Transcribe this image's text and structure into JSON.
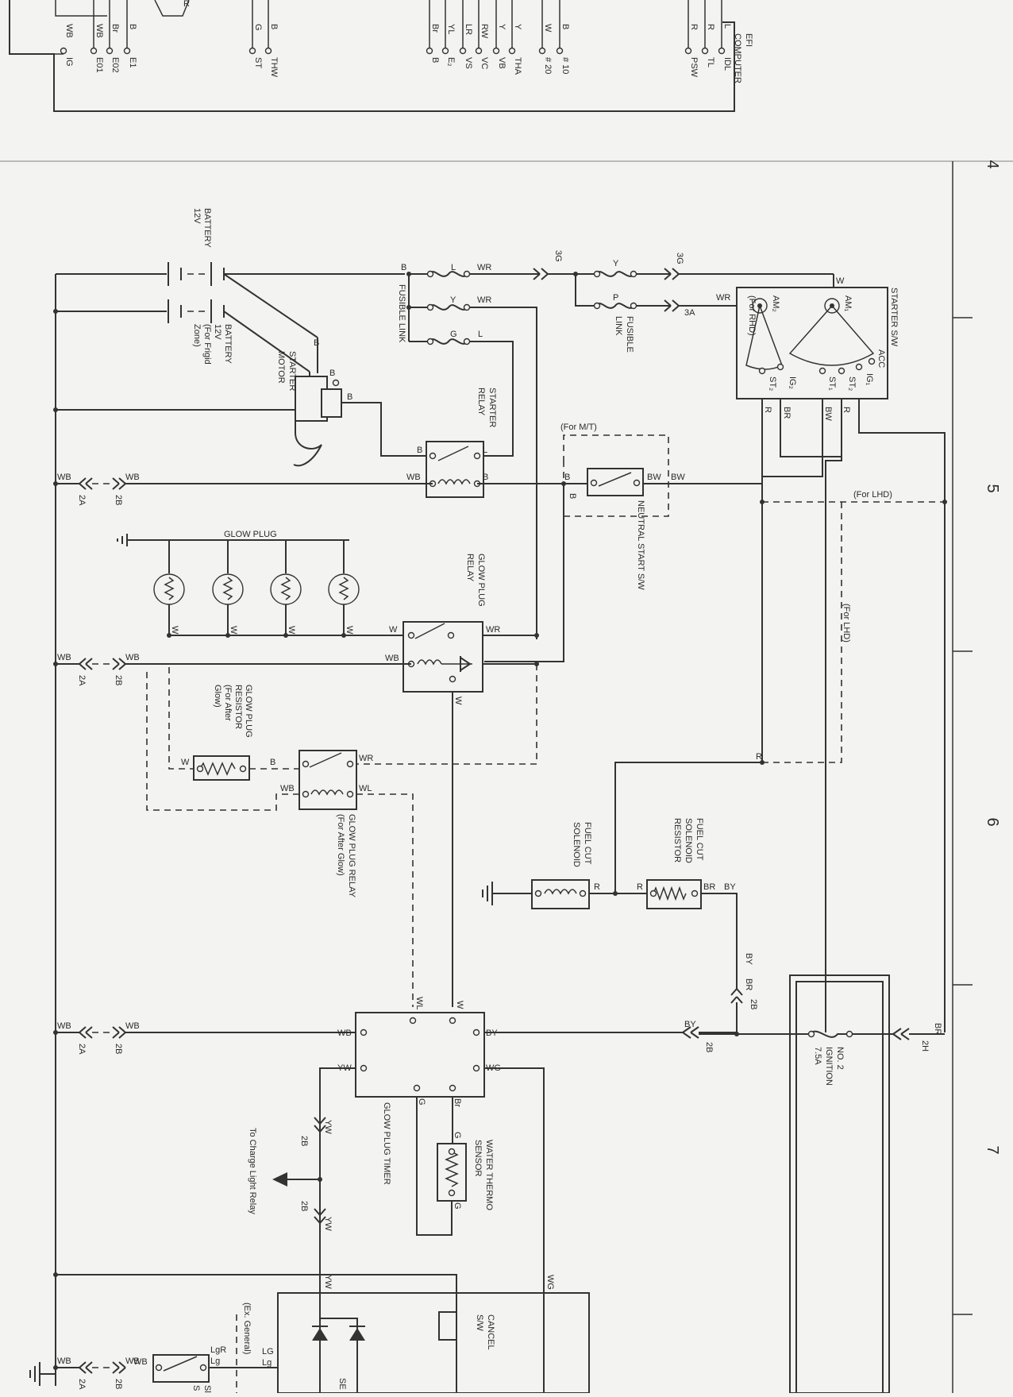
{
  "zones": [
    "4",
    "5",
    "6",
    "7"
  ],
  "efi": {
    "title": [
      "EFI",
      "COMPUTER"
    ],
    "terminals": [
      "IG",
      "E01",
      "E02",
      "E1",
      "ST",
      "THW",
      "B",
      "E₂",
      "VS",
      "VC",
      "VB",
      "THA",
      "# 20",
      "# 10",
      "PSW",
      "TL",
      "IDL"
    ],
    "wires": [
      "B",
      "WB",
      "WB",
      "Br",
      "B",
      "G",
      "B",
      "Br",
      "YL",
      "LR",
      "RW",
      "Y",
      "Y",
      "W",
      "B",
      "R",
      "R",
      "L"
    ],
    "cut_label": "R"
  },
  "battery": {
    "label": [
      "BATTERY",
      "12V"
    ]
  },
  "battery2": {
    "label": [
      "BATTERY",
      "12V",
      "(For Frigid",
      "Zone)"
    ]
  },
  "starter_motor": {
    "label": [
      "STARTER",
      "MOTOR"
    ]
  },
  "fusible_link": {
    "label": "FUSIBLE LINK"
  },
  "fusible_link2": {
    "label": [
      "FUSIBLE",
      "LINK"
    ]
  },
  "starter_relay": {
    "label": [
      "STARTER",
      "RELAY"
    ]
  },
  "starter_sw": {
    "label": "STARTER S/W",
    "terminals": [
      "AM₁",
      "AM₂",
      "ACC",
      "IG₁",
      "ST₂",
      "ST₁",
      "IG₂",
      "ST₂"
    ],
    "note": "(For RHD)"
  },
  "neutral_start_sw": {
    "label": "NEUTRAL START S/W",
    "note": "(For M/T)"
  },
  "lhd_notes": [
    "(For LHD)",
    "(For LHD)"
  ],
  "glow_plug": {
    "label": "GLOW PLUG"
  },
  "glow_plug_relay": {
    "label": [
      "GLOW PLUG",
      "RELAY"
    ]
  },
  "glow_plug_resistor": {
    "label": [
      "GLOW PLUG",
      "RESISTOR",
      "(For After",
      "Glow)"
    ]
  },
  "glow_plug_relay_after": {
    "label": [
      "GLOW PLUG RELAY",
      "(For After Glow)"
    ]
  },
  "fuel_cut_solenoid": {
    "label": [
      "FUEL CUT",
      "SOLENOID"
    ]
  },
  "fuel_cut_resistor": {
    "label": [
      "FUEL CUT",
      "SOLENOID",
      "RESISTOR"
    ]
  },
  "glow_plug_timer": {
    "label": "GLOW PLUG TIMER"
  },
  "water_thermo": {
    "label": [
      "WATER THERMO",
      "SENSOR"
    ]
  },
  "ignition_fuse": {
    "label": [
      "NO. 2",
      "IGNITION",
      "7.5A"
    ]
  },
  "charge_light": {
    "label": "To Charge Light Relay"
  },
  "cancel_sw": {
    "label": [
      "CANCEL",
      "S/W"
    ]
  },
  "ex_general": {
    "label": "(Ex. General)"
  },
  "bottom": {
    "se": "SE",
    "si": "Sl",
    "s": "S"
  },
  "connectors": {
    "c2A": "2A",
    "c2B": "2B",
    "c3G": "3G",
    "c3A": "3A",
    "c2H": "2H"
  },
  "wire_labels": {
    "WB": "WB",
    "WR": "WR",
    "W": "W",
    "B": "B",
    "L": "L",
    "Y": "Y",
    "G": "G",
    "P": "P",
    "R": "R",
    "BR": "BR",
    "BW": "BW",
    "BY": "BY",
    "WL": "WL",
    "YW": "YW",
    "WG": "WG",
    "Br": "Br",
    "LgR": "LgR",
    "Lg": "Lg",
    "LG": "LG"
  }
}
